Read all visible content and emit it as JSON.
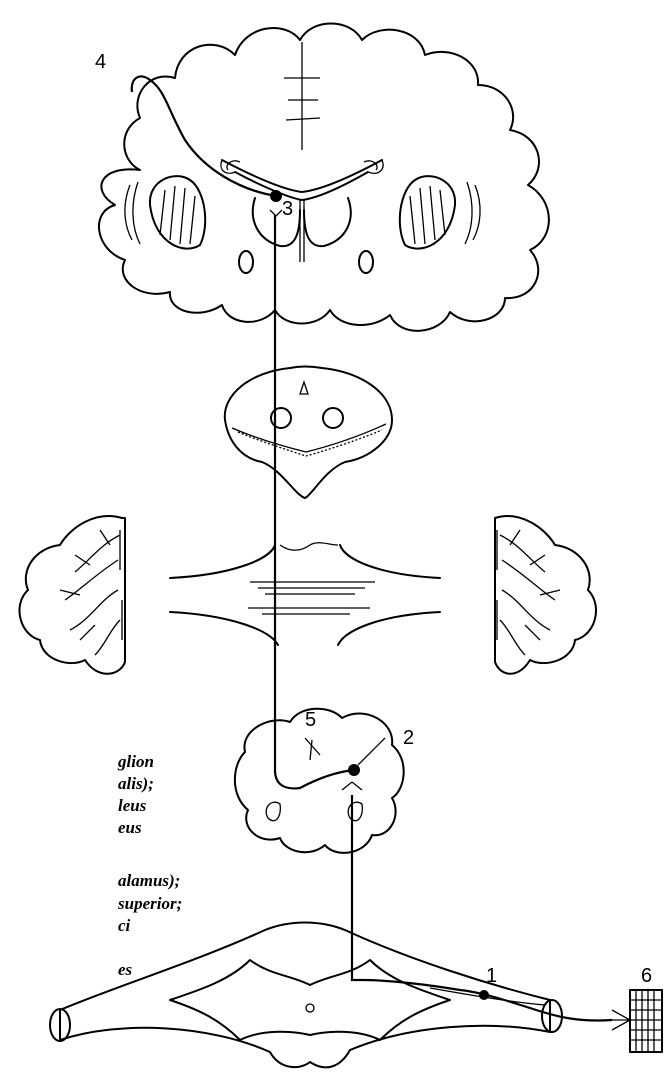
{
  "labels": {
    "l1": "1",
    "l2": "2",
    "l3": "3",
    "l4": "4",
    "l5": "5",
    "l6": "6"
  },
  "caption": [
    "glion",
    "alis);",
    "leus",
    "eus",
    "alamus);",
    "superior;",
    "ci",
    "es"
  ]
}
